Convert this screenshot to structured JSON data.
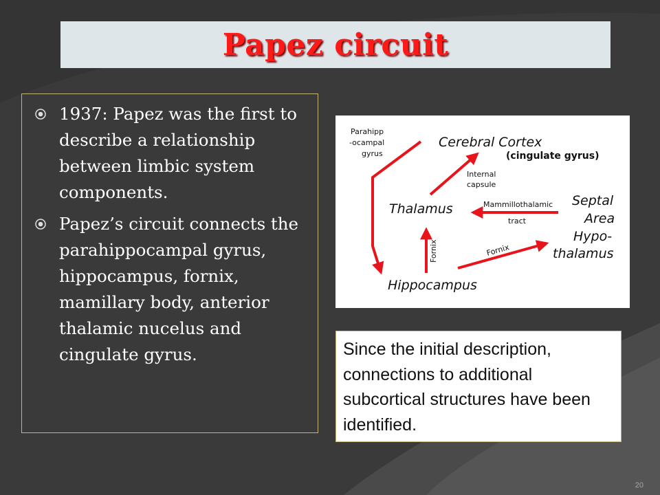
{
  "slide": {
    "title": "Papez circuit",
    "page_number": "20"
  },
  "bullets": [
    {
      "icon": "circle-dot-bullet-icon",
      "text": "1937: Papez was the first to describe a relationship between limbic system components."
    },
    {
      "icon": "circle-dot-bullet-icon",
      "text": "Papez’s circuit connects the parahippocampal gyrus, hippocampus, fornix, mamillary body, anterior thalamic nucelus and cingulate gyrus."
    }
  ],
  "diagram": {
    "nodes": {
      "cerebral_cortex": "Cerebral Cortex",
      "cingulate": "(cingulate gyrus)",
      "thalamus": "Thalamus",
      "hippocampus": "Hippocampus",
      "septal_1": "Septal",
      "septal_2": "Area",
      "hypo_1": "Hypo-",
      "hypo_2": "thalamus"
    },
    "edge_labels": {
      "parahipp_1": "Parahipp",
      "parahipp_2": "-ocampal",
      "parahipp_3": "gyrus",
      "internal_1": "Internal",
      "internal_2": "capsule",
      "mammillo_1": "Mammillothalamic",
      "mammillo_2": "tract",
      "fornix_vertical": "Fornix",
      "fornix_diagonal": "Fornix"
    },
    "arrow_color": "#e8141b"
  },
  "note": {
    "text": "Since the initial description, connections to additional subcortical structures have been identified."
  },
  "colors": {
    "title": "#ff1a1a",
    "background": "#3a3a3a",
    "title_bar": "#dfe6ea",
    "border": "#c8b77a"
  }
}
